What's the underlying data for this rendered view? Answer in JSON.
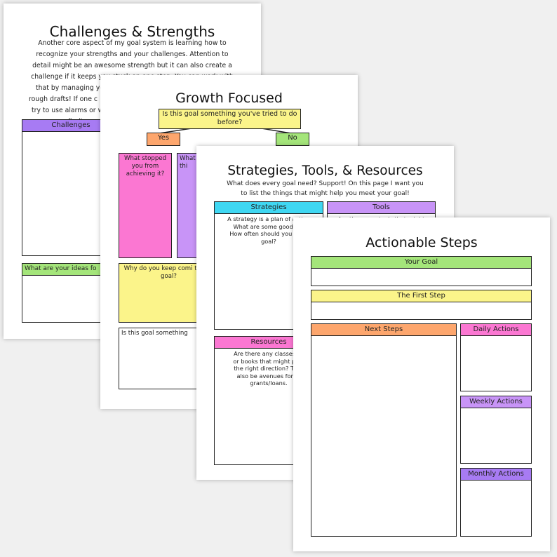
{
  "colors": {
    "purple": "#a77bf3",
    "green": "#a4e57a",
    "yellow": "#fbf48a",
    "orange": "#fda66d",
    "pink": "#fb77d2",
    "cyan": "#3fd7f2",
    "lavender": "#c894f7",
    "border": "#222222"
  },
  "challenges": {
    "title": "Challenges & Strengths",
    "intro_lines": [
      "Another core aspect of my goal system is learning how to",
      "recognize your strengths and your challenges. Attention to",
      "detail might be an awesome strength but it can also create a",
      "challenge if it keeps you stuck on one step. You can work with",
      "that by managing yo",
      "rough drafts! If one c",
      "try to use alarms or w",
      "finding way"
    ],
    "box_challenges": "Challenges",
    "box_ideas": "What are your ideas fo"
  },
  "growth": {
    "title": "Growth Focused",
    "question": "Is this goal something you've tried to do before?",
    "yes": "Yes",
    "no": "No",
    "pink_prompt": "What stopped you from achieving it?",
    "purple_prompt": "What do di thi",
    "yellow_prompt": "Why do you keep comi to this goal?",
    "white_prompt": "Is this goal something"
  },
  "strategies": {
    "title": "Strategies, Tools, & Resources",
    "intro_lines": [
      "What does every goal need? Support! On this page I want you",
      "to list the things that might help you meet your goal!"
    ],
    "box_strategies": "Strategies",
    "strategies_prompt_lines": [
      "A strategy is a plan of action",
      "What are some good stri",
      "How often should you work",
      "goal?"
    ],
    "box_tools": "Tools",
    "tools_prompt": "Are there any tools that might",
    "box_resources": "Resources",
    "resources_prompt_lines": [
      "Are there any classes, w",
      "or books that might poin",
      "the right direction? Ther",
      "also be avenues for fu",
      "grants/loans."
    ]
  },
  "actionable": {
    "title": "Actionable Steps",
    "your_goal": "Your Goal",
    "first_step": "The First Step",
    "next_steps": "Next Steps",
    "daily": "Daily Actions",
    "weekly": "Weekly Actions",
    "monthly": "Monthly Actions"
  }
}
